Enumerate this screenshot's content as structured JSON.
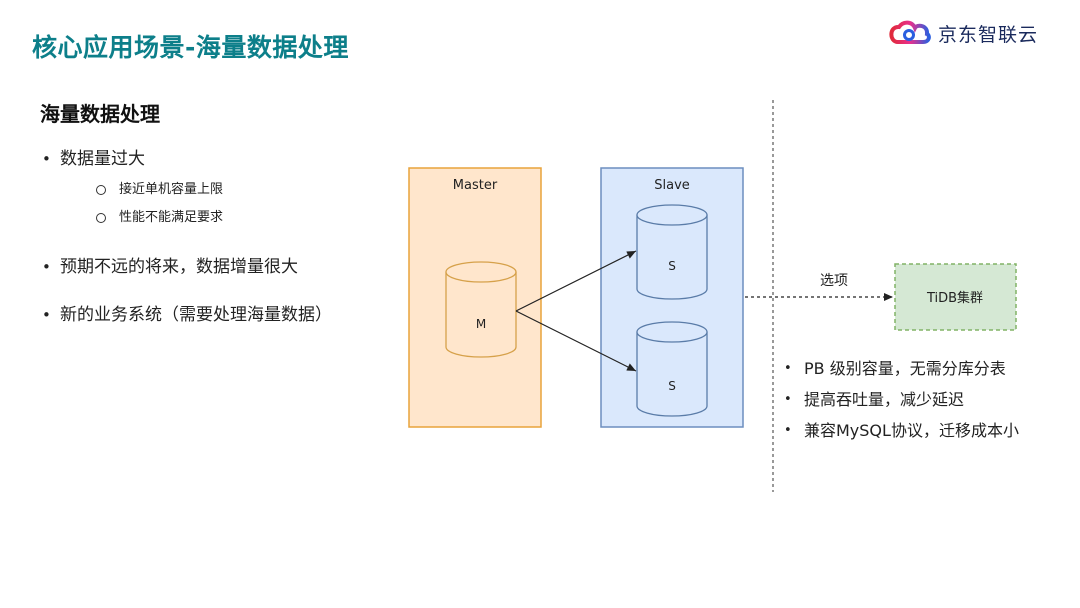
{
  "slide": {
    "title": "核心应用场景-海量数据处理",
    "logo_text": "京东智联云"
  },
  "left": {
    "heading": "海量数据处理",
    "bullets": [
      {
        "text": "数据量过大",
        "sub": [
          "接近单机容量上限",
          "性能不能满足要求"
        ]
      },
      {
        "text": "预期不远的将来，数据增量很大",
        "sub": []
      },
      {
        "text": "新的业务系统（需要处理海量数据）",
        "sub": []
      }
    ]
  },
  "diagram": {
    "master_label": "Master",
    "slave_label": "Slave",
    "master_db": "M",
    "slave_db_1": "S",
    "slave_db_2": "S",
    "option_label": "选项",
    "tidb_label": "TiDB集群",
    "colors": {
      "master_fill": "#ffe6cc",
      "master_stroke": "#e8a33b",
      "slave_fill": "#dae8fc",
      "slave_stroke": "#6c8ebf",
      "tidb_fill": "#d5e8d4",
      "tidb_stroke": "#82b366",
      "db_fill_master": "#ffe6cc",
      "db_stroke_master": "#d6a14a",
      "db_fill_slave": "#dae8fc",
      "db_stroke_slave": "#5a7ca8"
    }
  },
  "right": {
    "bullets": [
      "PB 级别容量，无需分库分表",
      "提高吞吐量，减少延迟",
      "兼容MySQL协议，迁移成本小"
    ]
  },
  "theme": {
    "title_color": "#0d7f8a"
  }
}
